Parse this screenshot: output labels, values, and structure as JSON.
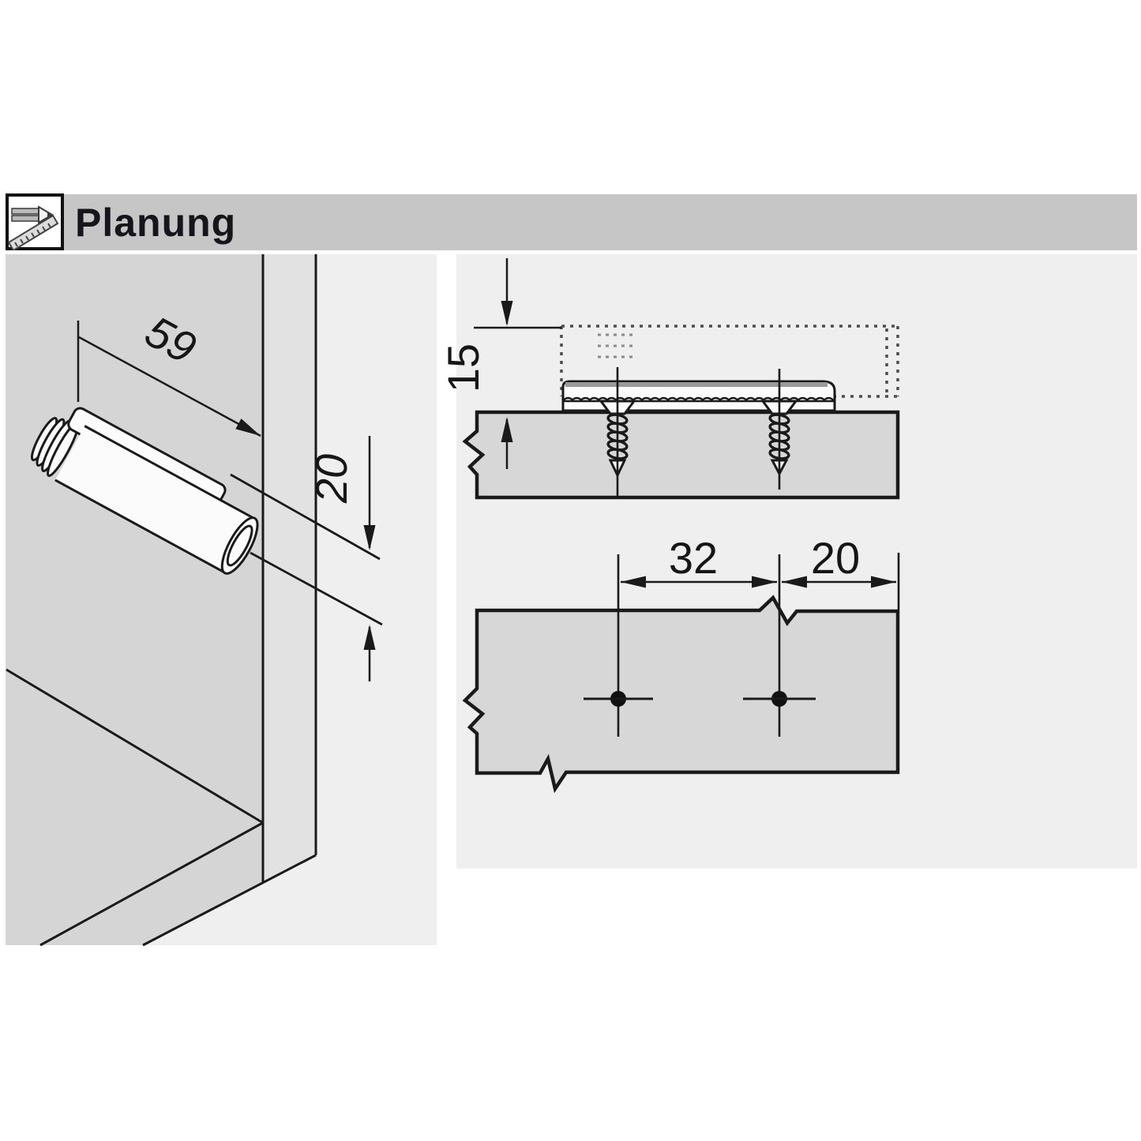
{
  "header": {
    "title": "Planung",
    "icon": "pencil-ruler-icon"
  },
  "colors": {
    "header_bar": "#c6c6c6",
    "title_text": "#15151b",
    "panel_bg": "#efefef",
    "cabinet_fill": "#d5d5d5",
    "edge_band": "#e2e2e2",
    "board_fill": "#d7d7d7",
    "line": "#1a1a1a",
    "text": "#161616"
  },
  "perspective_view": {
    "dim_length": "59",
    "dim_center_offset": "20"
  },
  "side_view": {
    "dim_height": "15"
  },
  "top_view": {
    "dim_hole_spacing": "32",
    "dim_edge_distance": "20"
  }
}
